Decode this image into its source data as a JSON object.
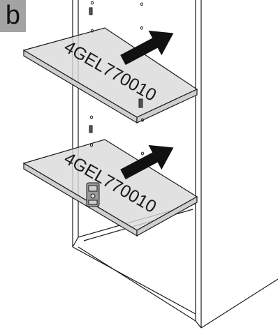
{
  "step_label": "b",
  "upper_shelf": {
    "part_code": "4GEL770010"
  },
  "lower_shelf": {
    "part_code": "4GEL770010"
  },
  "colors": {
    "shelf_fill": "#d9d9d9",
    "line": "#1a1a1a",
    "arrow": "#111111",
    "badge": "#a3a3a3"
  },
  "icons": [
    "arrow-insert-icon",
    "shelf-support-pin-icon",
    "hinge-plate-icon"
  ]
}
